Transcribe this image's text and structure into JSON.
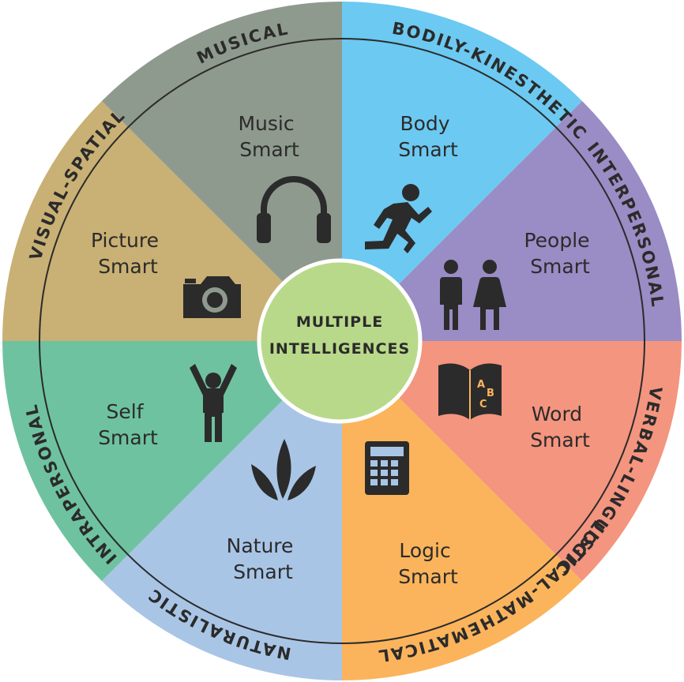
{
  "center": {
    "line1": "MULTIPLE",
    "line2": "INTELLIGENCES",
    "color": "#b9d98a"
  },
  "segments": [
    {
      "id": "musical",
      "outer": "MUSICAL",
      "line1": "Music",
      "line2": "Smart",
      "color": "#6cc9f1",
      "icon": "headphones-icon"
    },
    {
      "id": "bodily",
      "outer": "BODILY-KINESTHETIC",
      "line1": "Body",
      "line2": "Smart",
      "color": "#9a8cc4",
      "icon": "running-person-icon"
    },
    {
      "id": "interpersonal",
      "outer": "INTERPERSONAL",
      "line1": "People",
      "line2": "Smart",
      "color": "#f4957f",
      "icon": "man-woman-icon"
    },
    {
      "id": "verbal",
      "outer": "VERBAL-LINGUISTIC",
      "line1": "Word",
      "line2": "Smart",
      "color": "#fbb45c",
      "icon": "abc-book-icon"
    },
    {
      "id": "logical",
      "outer": "LOGICAL-MATHEMATICAL",
      "line1": "Logic",
      "line2": "Smart",
      "color": "#a9c5e6",
      "icon": "calculator-icon"
    },
    {
      "id": "naturalistic",
      "outer": "NATURALISTIC",
      "line1": "Nature",
      "line2": "Smart",
      "color": "#6ec2a0",
      "icon": "leaves-icon"
    },
    {
      "id": "intrapersonal",
      "outer": "INTRAPERSONAL",
      "line1": "Self",
      "line2": "Smart",
      "color": "#c9b074",
      "icon": "person-arms-up-icon"
    },
    {
      "id": "visual",
      "outer": "VISUAL-SPATIAL",
      "line1": "Picture",
      "line2": "Smart",
      "color": "#8f9a8e",
      "icon": "camera-icon"
    }
  ]
}
